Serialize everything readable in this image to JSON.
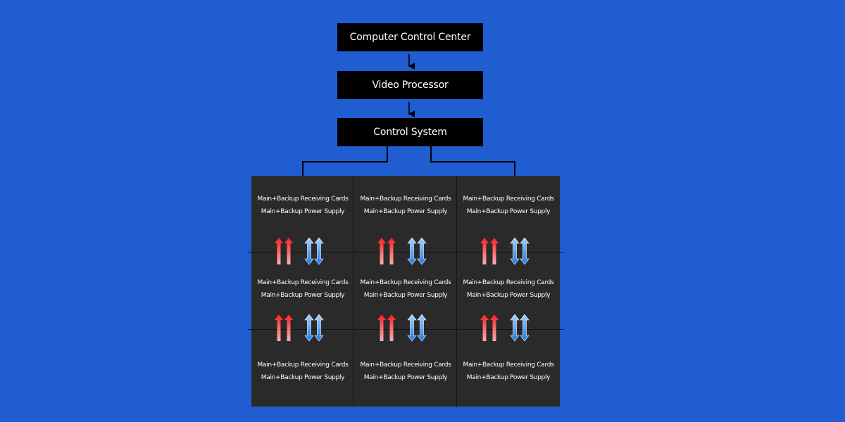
{
  "boxes": [
    {
      "label": "Computer Control Center"
    },
    {
      "label": "Video Processor"
    },
    {
      "label": "Control System"
    }
  ],
  "cells": [
    {
      "receiving": "Main+Backup Receiving Cards",
      "power": "Main+Backup Power Supply"
    },
    {
      "receiving": "Main+Backup Receiving Cards",
      "power": "Main+Backup Power Supply"
    },
    {
      "receiving": "Main+Backup Receiving Cards",
      "power": "Main+Backup Power Supply"
    },
    {
      "receiving": "Main+Backup Receiving Cards",
      "power": "Main+Backup Power Supply"
    },
    {
      "receiving": "Main+Backup Receiving Cards",
      "power": "Main+Backup Power Supply"
    },
    {
      "receiving": "Main+Backup Receiving Cards",
      "power": "Main+Backup Power Supply"
    },
    {
      "receiving": "Main+Backup Receiving Cards",
      "power": "Main+Backup Power Supply"
    },
    {
      "receiving": "Main+Backup Receiving Cards",
      "power": "Main+Backup Power Supply"
    },
    {
      "receiving": "Main+Backup Receiving Cards",
      "power": "Main+Backup Power Supply"
    }
  ],
  "colors": {
    "background": "#1f5dd1",
    "box": "#000000",
    "screen": "#2a2a2a",
    "red_arrow": "#e8282c",
    "blue_arrow": "#3d8ff0"
  }
}
